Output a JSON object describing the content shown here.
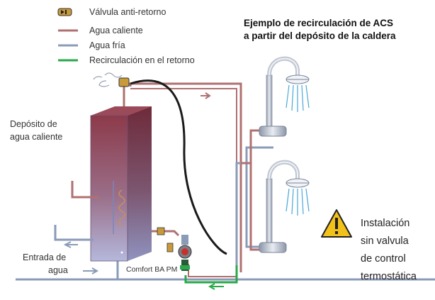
{
  "legend": {
    "check_valve": "Válvula anti-retorno",
    "hot_water": "Agua caliente",
    "cold_water": "Agua fría",
    "recirculation": "Recirculación en el retorno"
  },
  "title": {
    "line1": "Ejemplo de recirculación de ACS",
    "line2": "a partir del depósito de la caldera"
  },
  "tank_label": {
    "line1": "Depósito de",
    "line2": "agua caliente"
  },
  "inlet_label": {
    "line1": "Entrada de",
    "line2": "agua"
  },
  "pump_label": "Comfort BA PM",
  "warning": {
    "line1": "Instalación",
    "line2": "sin valvula",
    "line3": "de control",
    "line4": "termostática"
  },
  "colors": {
    "hot_water": "#b07070",
    "cold_water": "#8a9bb8",
    "recirculation": "#2aa84a",
    "tank_top": "#8c3a4a",
    "tank_bottom": "#a8aed4",
    "warning": "#f2c21a"
  }
}
